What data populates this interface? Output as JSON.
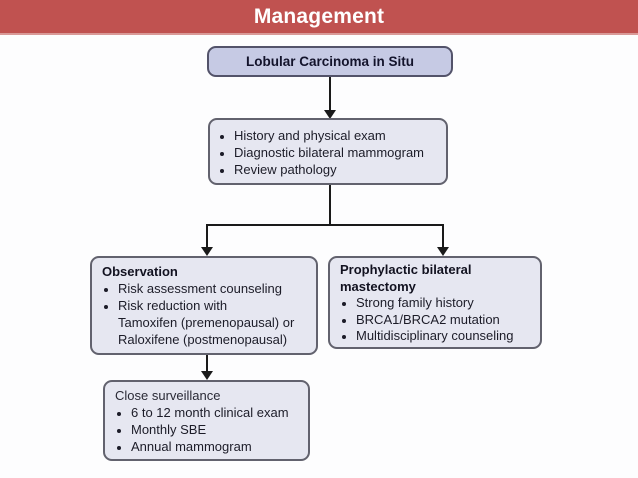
{
  "slide": {
    "title": "Management",
    "colors": {
      "header_bg": "#c05250",
      "header_underline": "#d99a98",
      "header_text": "#ffffff",
      "node_fill": "#e6e7f1",
      "root_node_fill": "#c6cae4",
      "node_border": "#62626e",
      "connector": "#1a1a1a"
    }
  },
  "flowchart": {
    "root": {
      "label": "Lobular Carcinoma in Situ"
    },
    "workup": {
      "bullets": [
        "History and physical exam",
        "Diagnostic bilateral mammogram",
        "Review pathology"
      ]
    },
    "observation": {
      "title": "Observation",
      "bullets": [
        "Risk assessment counseling",
        "Risk reduction with\nTamoxifen (premenopausal) or\nRaloxifene (postmenopausal)"
      ]
    },
    "mastectomy": {
      "title": "Prophylactic bilateral\nmastectomy",
      "bullets": [
        "Strong family history",
        "BRCA1/BRCA2 mutation",
        "Multidisciplinary counseling"
      ]
    },
    "surveillance": {
      "title": "Close surveillance",
      "bullets": [
        "6 to 12 month clinical exam",
        "Monthly SBE",
        "Annual mammogram"
      ]
    }
  }
}
